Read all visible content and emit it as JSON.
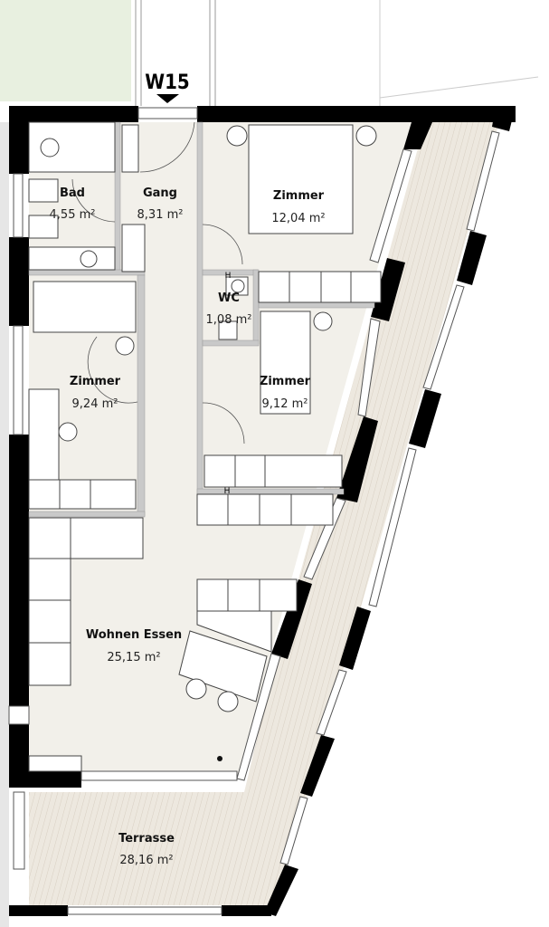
{
  "plan": {
    "marker": {
      "label": "W15"
    },
    "rooms": [
      {
        "name": "Bad",
        "area": "4,55 m²"
      },
      {
        "name": "Gang",
        "area": "8,31 m²"
      },
      {
        "name": "Zimmer",
        "area": "12,04 m²"
      },
      {
        "name": "WC",
        "area": "1,08 m²"
      },
      {
        "name": "Zimmer",
        "area": "9,24 m²"
      },
      {
        "name": "Zimmer",
        "area": "9,12 m²"
      },
      {
        "name": "Wohnen Essen",
        "area": "25,15 m²"
      },
      {
        "name": "Terrasse",
        "area": "28,16 m²"
      }
    ],
    "heater_marks": [
      "H",
      "H"
    ],
    "colors": {
      "floor": "#f2f0ea",
      "terrace": "#ede8df",
      "wall": "#000000",
      "interior_wall": "#c9c9c9",
      "garden": "#e8f0e0"
    }
  }
}
